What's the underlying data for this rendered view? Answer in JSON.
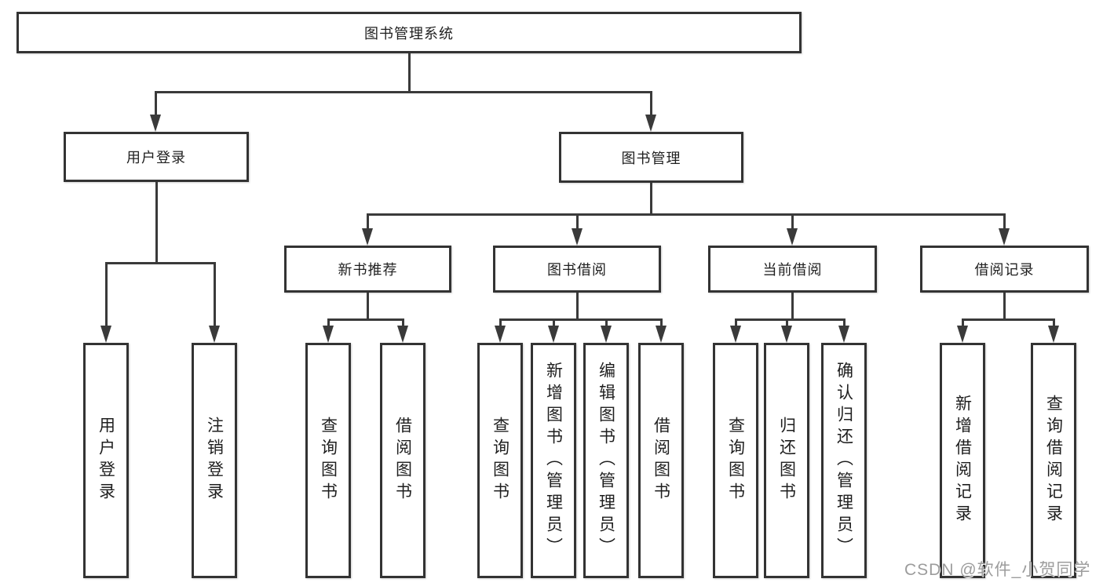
{
  "diagram": {
    "root": {
      "label": "图书管理系统"
    },
    "branches": [
      {
        "label": "用户登录",
        "children": [
          {
            "label": "用户登录"
          },
          {
            "label": "注销登录"
          }
        ]
      },
      {
        "label": "图书管理",
        "children": [
          {
            "label": "新书推荐",
            "children": [
              {
                "label": "查询图书"
              },
              {
                "label": "借阅图书"
              }
            ]
          },
          {
            "label": "图书借阅",
            "children": [
              {
                "label": "查询图书"
              },
              {
                "label": "新增图书（管理员）"
              },
              {
                "label": "编辑图书（管理员）"
              },
              {
                "label": "借阅图书"
              }
            ]
          },
          {
            "label": "当前借阅",
            "children": [
              {
                "label": "查询图书"
              },
              {
                "label": "归还图书"
              },
              {
                "label": "确认归还（管理员）"
              }
            ]
          },
          {
            "label": "借阅记录",
            "children": [
              {
                "label": "新增借阅记录"
              },
              {
                "label": "查询借阅记录"
              }
            ]
          }
        ]
      }
    ]
  },
  "watermark": {
    "text": "CSDN @软件_小贺同学",
    "color": "#9c9c9c"
  },
  "colors": {
    "line": "#3a3a3a",
    "border": "#333333",
    "background": "#ffffff"
  }
}
